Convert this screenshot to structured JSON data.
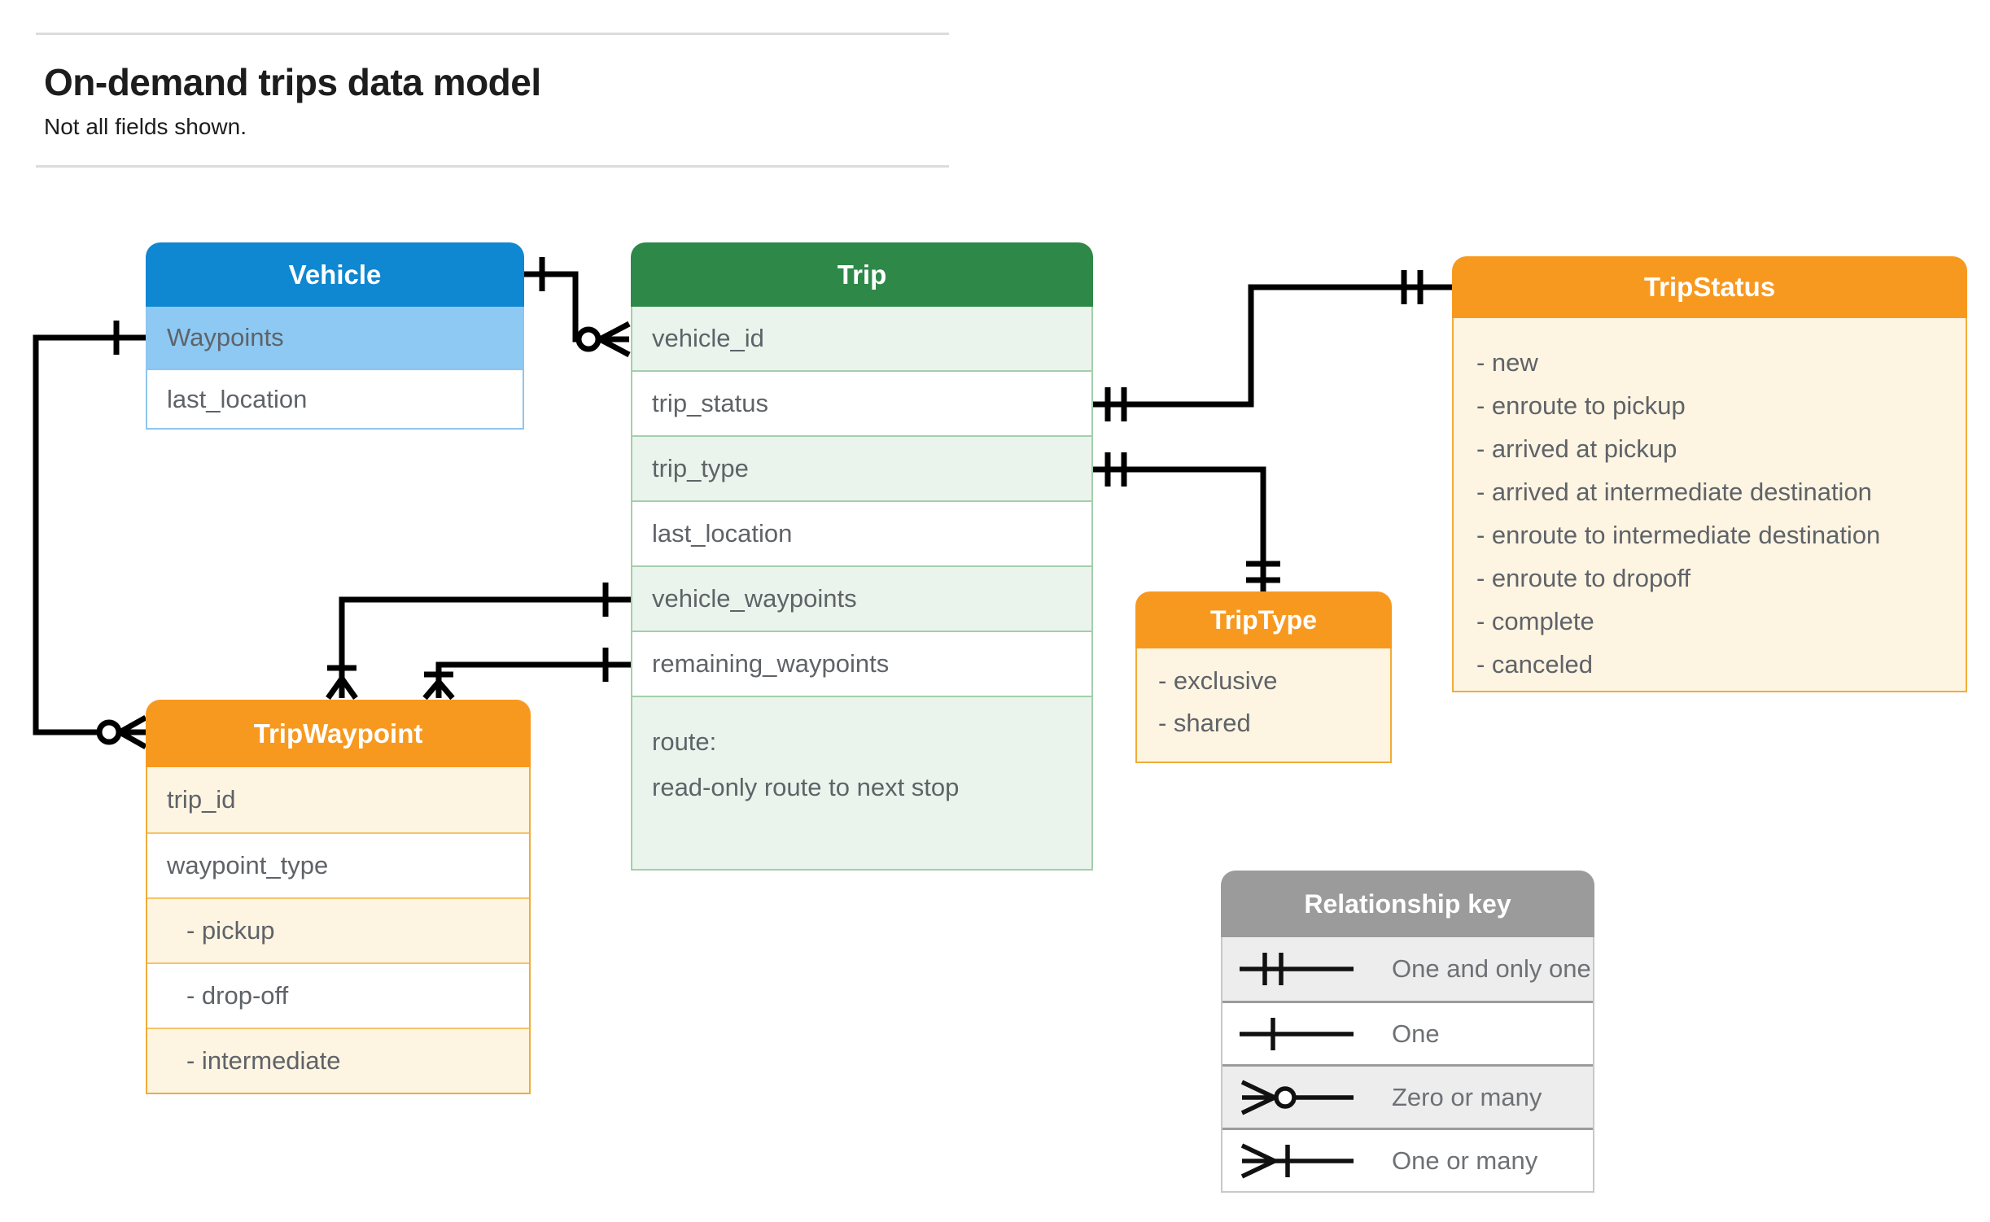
{
  "page": {
    "title": "On-demand trips data model",
    "subtitle": "Not all fields shown."
  },
  "entities": {
    "vehicle": {
      "title": "Vehicle",
      "rows": [
        "Waypoints",
        "last_location"
      ]
    },
    "trip": {
      "title": "Trip",
      "rows": [
        "vehicle_id",
        "trip_status",
        "trip_type",
        "last_location",
        "vehicle_waypoints",
        "remaining_waypoints"
      ],
      "route": {
        "label": "route:",
        "note": "read-only route to next stop"
      }
    },
    "trip_status": {
      "title": "TripStatus",
      "values": [
        "- new",
        "- enroute to pickup",
        "- arrived at pickup",
        "- arrived at intermediate destination",
        "- enroute to intermediate destination",
        "- enroute to dropoff",
        "- complete",
        "- canceled"
      ]
    },
    "trip_waypoint": {
      "title": "TripWaypoint",
      "rows": [
        "trip_id",
        "waypoint_type",
        "- pickup",
        "- drop-off",
        "- intermediate"
      ]
    },
    "trip_type": {
      "title": "TripType",
      "values": [
        "- exclusive",
        "- shared"
      ]
    }
  },
  "legend": {
    "title": "Relationship key",
    "items": [
      {
        "symbol": "one-and-only-one",
        "label": "One and only one"
      },
      {
        "symbol": "one",
        "label": "One"
      },
      {
        "symbol": "zero-or-many",
        "label": "Zero or many"
      },
      {
        "symbol": "one-or-many",
        "label": "One or many"
      }
    ]
  },
  "colors": {
    "vehicle_header": "#0f87d1",
    "vehicle_highlight": "#8dc9f3",
    "vehicle_border": "#8ec5ee",
    "trip_header": "#2e8848",
    "trip_row_alt": "#eaf4ec",
    "trip_border": "#a3cfab",
    "enum_header": "#f8991f",
    "enum_row_alt": "#fdf4e2",
    "enum_border": "#f0ad37",
    "enum_sep": "#f6c36a",
    "legend_header": "#9b9b9b",
    "legend_row_alt": "#ededed",
    "legend_border": "#c8c8c8",
    "legend_sep": "#9b9b9b",
    "field_text": "#5f6368",
    "connector": "#000000"
  }
}
